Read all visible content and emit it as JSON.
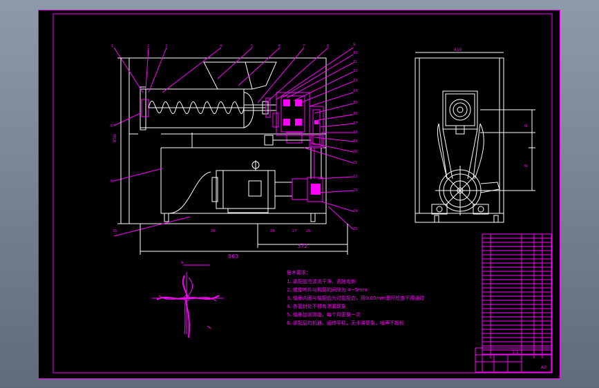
{
  "drawing": {
    "dimensions": {
      "overall_length": "863",
      "partial_length": "372",
      "height": "850",
      "side_width": "410"
    },
    "part_numbers_top": [
      "1",
      "2",
      "3",
      "4",
      "5",
      "6",
      "7",
      "8",
      "9",
      "10",
      "11",
      "12",
      "13",
      "14",
      "15",
      "16",
      "17",
      "18",
      "19",
      "20",
      "21",
      "22",
      "23",
      "24",
      "25"
    ],
    "part_numbers_left": [
      "37",
      "36",
      "35"
    ],
    "part_numbers_bottom": [
      "29",
      "28",
      "27",
      "26"
    ],
    "tech_notes": {
      "title": "技术要求：",
      "items": [
        "1. 装配前应清洗干净，去除毛刺",
        "2. 螺旋叶片与机筒的间隙为 4~5mm",
        "3. 轴承内圈与轴配合为过盈配合，用0.05mm塞尺检查不得通过",
        "4. 各密封处不得有渗漏现象",
        "5. 轴承加润滑脂，每个月更换一次",
        "6. 装配后的机器，运转平稳，无卡滞现象，噪声不超标"
      ]
    },
    "title_block": {
      "scale": "1:1",
      "sheet_size": "A3"
    }
  }
}
